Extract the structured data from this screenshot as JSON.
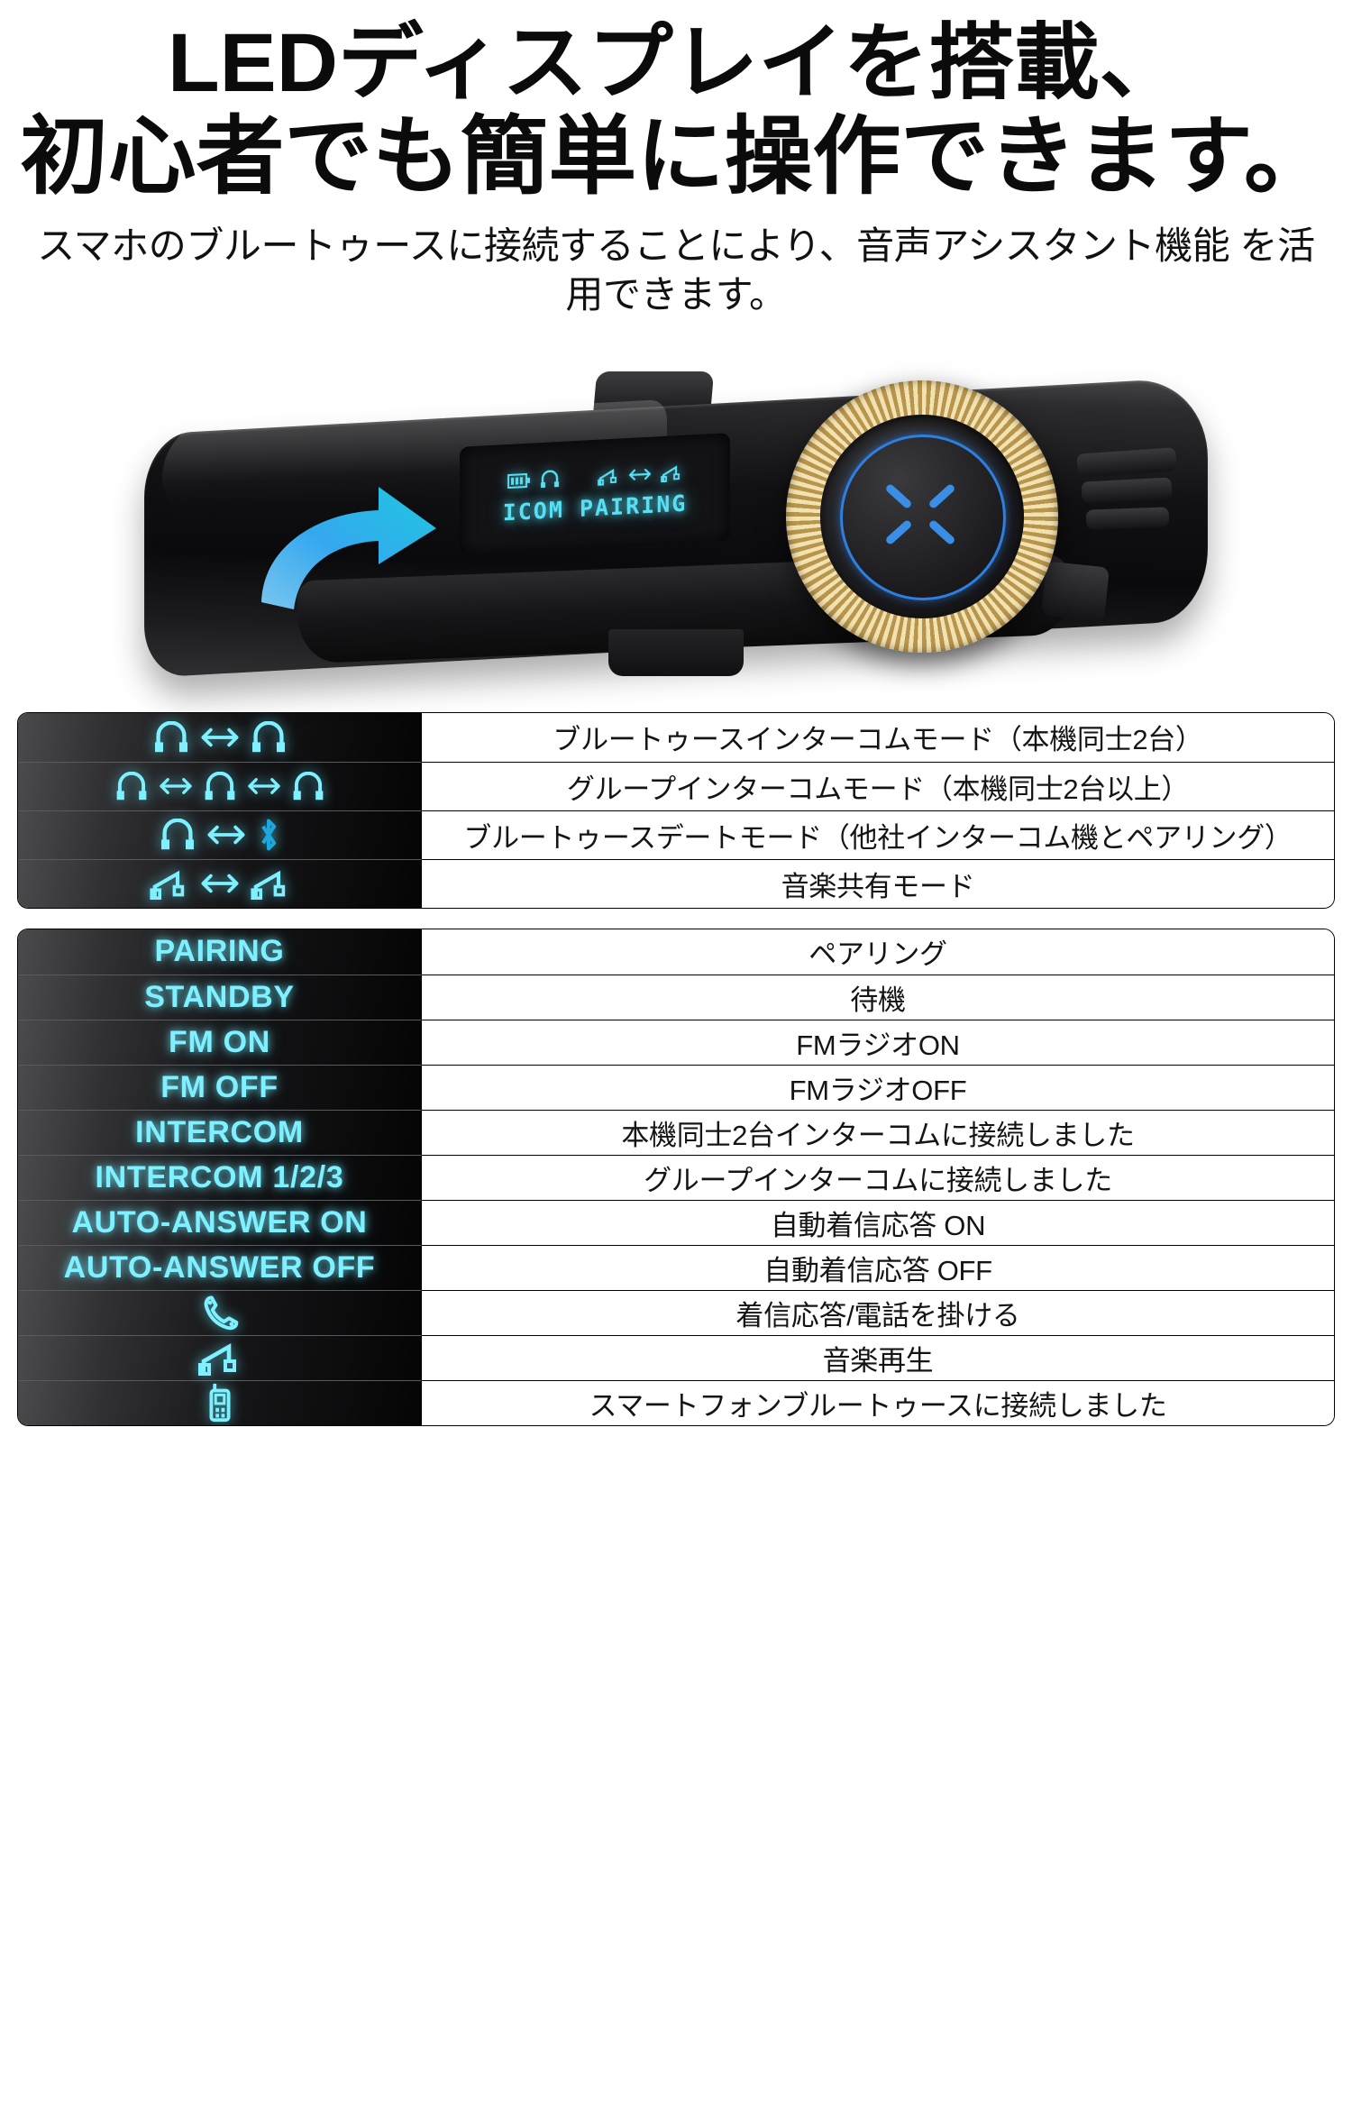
{
  "header": {
    "headline_line1": "LEDディスプレイを搭載、",
    "headline_line2": "初心者でも簡単に操作できます。",
    "subhead_line1": "スマホのブルートゥースに接続することにより、音声アシスタント機能",
    "subhead_line2": "を活用できます。"
  },
  "product": {
    "led_display_text": "ICOM PAIRING",
    "led_icons": [
      "battery-icon",
      "headset-icon",
      "music-share-icon",
      "double-arrow-icon",
      "music-share-icon"
    ],
    "accent_color": "#59dff2",
    "ring_color": "#d9c183",
    "logo_color": "#3a8ee6",
    "arrow_color": "#2b9ff0"
  },
  "mode_table": {
    "rows": [
      {
        "icons": [
          "headset-icon",
          "double-arrow-icon",
          "headset-icon"
        ],
        "description": "ブルートゥースインターコムモード（本機同士2台）"
      },
      {
        "icons": [
          "headset-icon",
          "double-arrow-icon",
          "headset-icon",
          "double-arrow-icon",
          "headset-icon"
        ],
        "description": "グループインターコムモード（本機同士2台以上）"
      },
      {
        "icons": [
          "headset-icon",
          "double-arrow-icon",
          "bluetooth-icon"
        ],
        "description": "ブルートゥースデートモード（他社インターコム機とペアリング）"
      },
      {
        "icons": [
          "music-share-icon",
          "double-arrow-icon",
          "music-share-icon"
        ],
        "description": "音楽共有モード"
      }
    ]
  },
  "status_table": {
    "rows": [
      {
        "type": "text",
        "label": "PAIRING",
        "description": "ペアリング"
      },
      {
        "type": "text",
        "label": "STANDBY",
        "description": "待機"
      },
      {
        "type": "text",
        "label": "FM ON",
        "description": "FMラジオON"
      },
      {
        "type": "text",
        "label": "FM OFF",
        "description": "FMラジオOFF"
      },
      {
        "type": "text",
        "label": "INTERCOM",
        "description": "本機同士2台インターコムに接続しました"
      },
      {
        "type": "text",
        "label": "INTERCOM 1/2/3",
        "description": "グループインターコムに接続しました"
      },
      {
        "type": "text",
        "label": "AUTO-ANSWER ON",
        "description": "自動着信応答 ON"
      },
      {
        "type": "text",
        "label": "AUTO-ANSWER OFF",
        "description": "自動着信応答 OFF"
      },
      {
        "type": "icon",
        "icon": "phone-handset-icon",
        "description": "着信応答/電話を掛ける"
      },
      {
        "type": "icon",
        "icon": "music-share-icon",
        "description": "音楽再生"
      },
      {
        "type": "icon",
        "icon": "mobile-phone-icon",
        "description": "スマートフォンブルートゥースに接続しました"
      }
    ]
  }
}
